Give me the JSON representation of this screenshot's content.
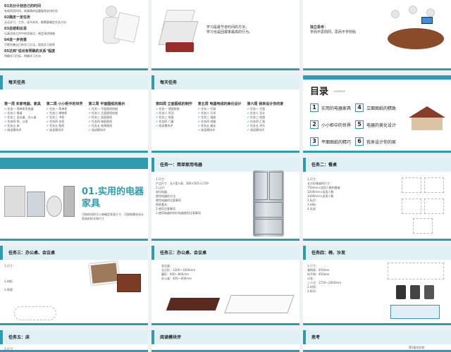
{
  "s1": {
    "items": [
      {
        "title": "01充分计划自己的时间",
        "desc": "有效利用时间，按事情的轻重缓急安排任务"
      },
      {
        "title": "02确定一定任务",
        "desc": "无论学习，工作，读书关系，都需要确定任务方向"
      },
      {
        "title": "03总结和反思",
        "desc": "认真总结工作中的优缺点，制定改进措施"
      },
      {
        "title": "04进一步完善",
        "desc": "不断完善自己的学习方法，提高学习效率"
      },
      {
        "title": "05达到\"说出有明确的关系\"程度",
        "desc": "明确学习目标，明确学习方向"
      }
    ]
  },
  "s2": {
    "lines": [
      "学习是最节省时间的方法，",
      "学习也是回报率最高的行为。"
    ]
  },
  "s3": {
    "title": "独立思考：",
    "line": "学而不思则罔，思而不学则殆"
  },
  "s4": {
    "header": "每天任务",
    "cols": [
      {
        "title": "第一周 买家电器、家具",
        "items": [
          "任务一 简单家用电器",
          "任务二 餐桌",
          "任务三 会议桌、办公桌",
          "任务四 椅、沙发",
          "任务五 床",
          "阅读模块评"
        ]
      },
      {
        "title": "第二周 小小柜中的世界",
        "items": [
          "任务一 简单柜",
          "任务二 储物柜",
          "任务三 书柜",
          "任务四 衣柜",
          "任务五 鞋柜",
          "阅读模块评"
        ]
      },
      {
        "title": "第三周 平面图纸的展示",
        "items": [
          "任务一 平面图纸绘制",
          "任务二 立面图纸绘制",
          "任务三 剖面图纸",
          "任务四 装配图纸",
          "任务五 效果图纸",
          "阅读模块评"
        ]
      }
    ]
  },
  "s5": {
    "header": "每天任务",
    "cols": [
      {
        "title": "第四周 立面图纸的制作",
        "items": [
          "任务一 墙面装饰",
          "任务二 吊顶",
          "任务三 地面",
          "任务四 门窗",
          "阅读模块评"
        ]
      },
      {
        "title": "第五周 电器电线的美化设计",
        "items": [
          "任务一 灯具",
          "任务二 开关",
          "任务三 插座",
          "任务四 线路",
          "任务五 美化",
          "阅读模块评"
        ]
      },
      {
        "title": "第六周 我来设计你的家",
        "items": [
          "任务一 方案",
          "任务二 设计",
          "任务三 绘图",
          "任务四 汇报",
          "任务五 评价",
          "阅读模块评"
        ]
      }
    ]
  },
  "s6": {
    "title": "目录",
    "subtitle": "content",
    "items": [
      {
        "num": "1",
        "label": "实用的电器家具"
      },
      {
        "num": "2",
        "label": "小小柜中的世界"
      },
      {
        "num": "3",
        "label": "平面图纸的精巧"
      },
      {
        "num": "4",
        "label": "立面图纸的精致"
      },
      {
        "num": "5",
        "label": "电器的美化设计"
      },
      {
        "num": "6",
        "label": "我来设计你的家"
      }
    ]
  },
  "s7": {
    "title": "01.实用的电器家具",
    "desc": "可按房间的大小来确定家具尺寸，可按照需求设计家具的样式和尺寸"
  },
  "s8": {
    "header": "任务一：简单家用电器",
    "lines": [
      "1.尺寸：",
      "产品尺寸：长×宽×高：580×565×1739",
      "2.认识：",
      "较均电器",
      "使用电器的方法",
      "使用电器的注意事项",
      "熟悉基本",
      "2.使用注意事项",
      "3.使用电器的知识电器使用注意事项"
    ]
  },
  "s9": {
    "header": "任务二：餐桌",
    "lines": [
      "1.尺寸：",
      "长方形餐桌的尺寸：",
      "750mm×适用人数的餐桌",
      "1200mm×适用人数",
      "1400mm×适用人数",
      "2.标识：",
      "3.材料：",
      "4.实战"
    ]
  },
  "s10": {
    "header": "任务三：办公桌、会议桌",
    "lines": [
      "1.尺寸：",
      "2.材料",
      "3.熟悉："
    ]
  },
  "s11": {
    "header": "任务三：办公桌、会议桌",
    "lines": [
      "会议桌：",
      "长方形：1200～1600mm",
      "圆形：600～800mm",
      "办公桌：400～600mm"
    ]
  },
  "s12": {
    "header": "任务四：椅、沙发",
    "lines": [
      "1.尺寸：",
      "餐椅高：450mm",
      "扶手椅：450mm",
      "沙发：",
      "三人位：1750～2000mm",
      "2.材质：",
      "3.样式："
    ]
  },
  "s13": {
    "header": "任务五：床",
    "lines": [
      "1.尺寸："
    ]
  },
  "s14": {
    "header": "阅读模块评"
  },
  "s15": {
    "header": "思考",
    "lines": [
      "第1板块总结"
    ]
  }
}
